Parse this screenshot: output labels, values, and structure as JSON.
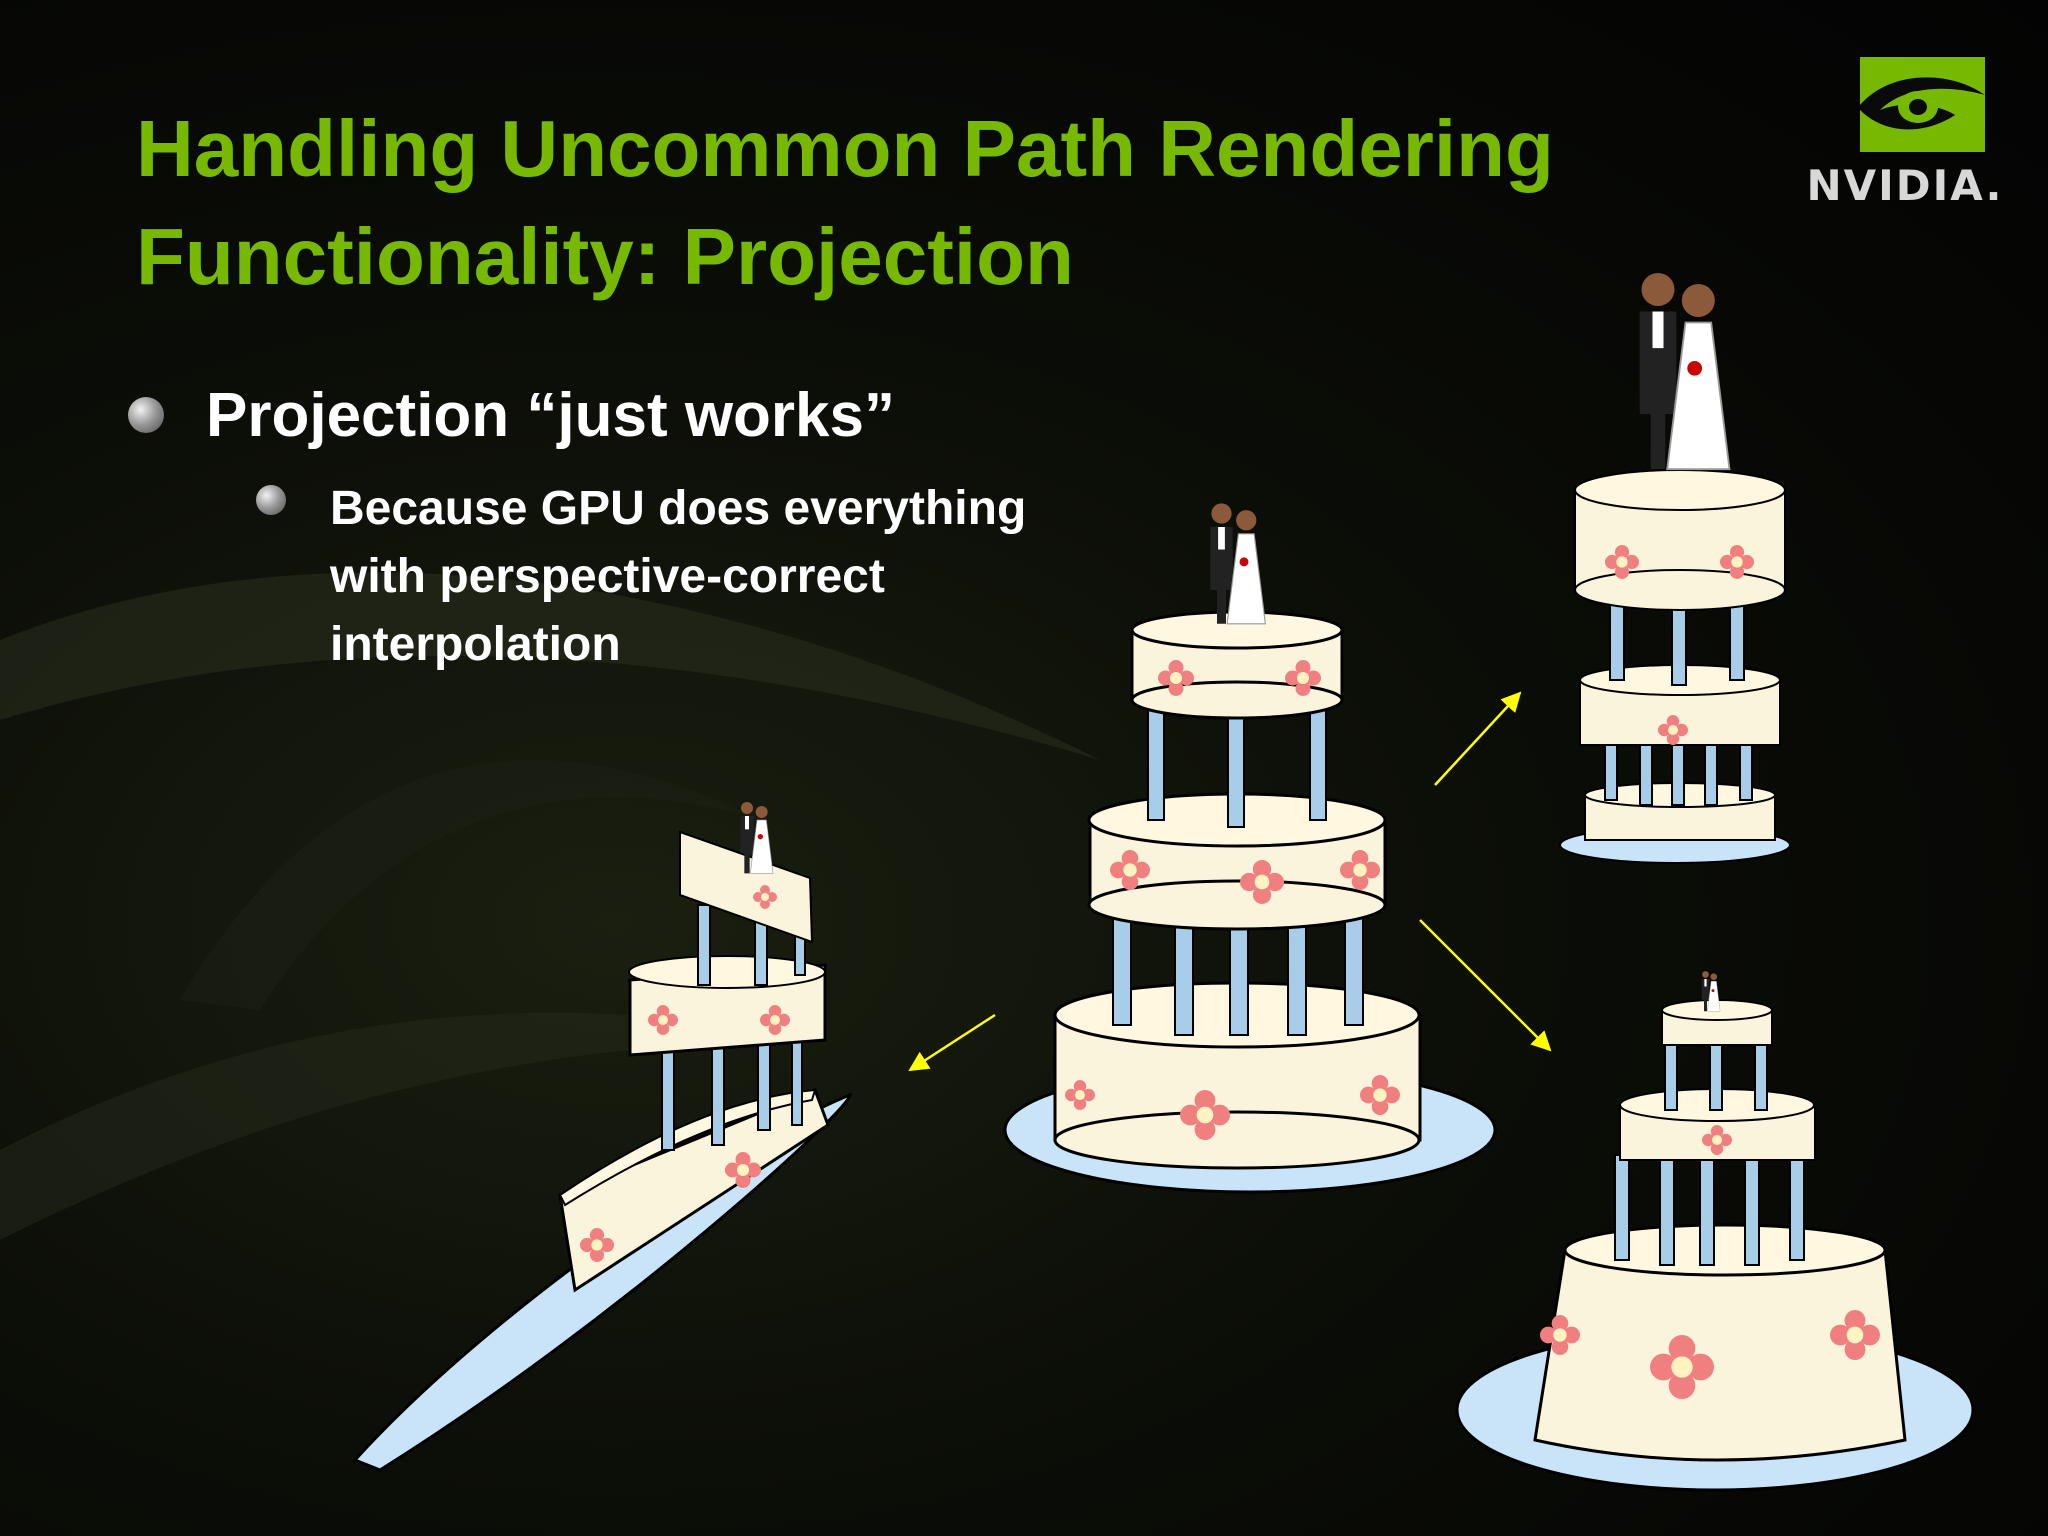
{
  "slide": {
    "title_lines": [
      "Handling Uncommon Path Rendering",
      "Functionality:  Projection"
    ],
    "bullets": [
      {
        "text": "Projection “just works”",
        "sub": [
          "Because GPU does everything",
          "with perspective-correct",
          "interpolation"
        ]
      }
    ],
    "logo_text": "NVIDIA."
  },
  "colors": {
    "title": "#76b900",
    "text": "#ffffff",
    "cake_cream": "#fbf4dc",
    "cake_flower": "#f08080",
    "pillar": "#a8cde8",
    "plate": "#c9e3f8",
    "arrow": "#ffff00"
  }
}
